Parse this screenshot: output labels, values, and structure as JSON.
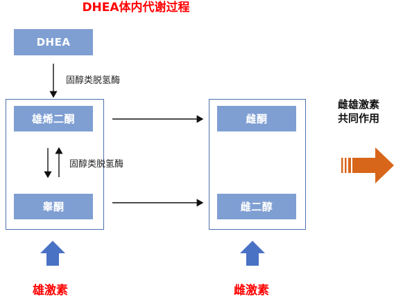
{
  "title": "DHEA体内代谢过程",
  "nodes": {
    "dhea": "DHEA",
    "androstenedione": "雄烯二酮",
    "testosterone": "睾酮",
    "estrone": "雌酮",
    "estradiol": "雌二醇"
  },
  "enzyme_labels": {
    "top": "固醇类脱氢酶",
    "middle": "固醇类脱氢酶"
  },
  "group_labels": {
    "androgen": "雄激素",
    "estrogen": "雌激素"
  },
  "result": {
    "line1": "雌雄激素",
    "line2": "共同作用"
  },
  "colors": {
    "box": "#7f9fd3",
    "frame": "#4a6fb0",
    "up_arrow": "#4a72c4",
    "big_arrow": "#d8661a",
    "red": "#ff0000"
  }
}
